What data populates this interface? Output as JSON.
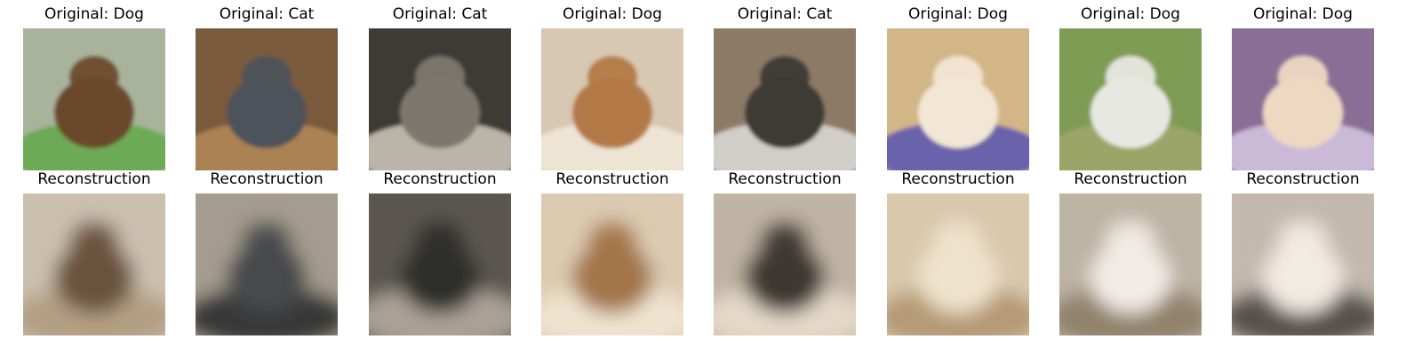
{
  "figure": {
    "columns": [
      {
        "original_title": "Original: Dog",
        "recon_title": "Reconstruction",
        "original_subject": "dog",
        "recon_subject": "blurry brown shape",
        "orig_colors": {
          "bg": "#a9b39b",
          "fg": "#6b4a2a",
          "accent": "#66a84e"
        },
        "recon_colors": {
          "bg": "#cbbfae",
          "fg": "#6a533d",
          "accent": "#b19b7f"
        }
      },
      {
        "original_title": "Original: Cat",
        "recon_title": "Reconstruction",
        "original_subject": "cat",
        "recon_subject": "blurry gray shape",
        "orig_colors": {
          "bg": "#7a5a3c",
          "fg": "#4e525a",
          "accent": "#b08654"
        },
        "recon_colors": {
          "bg": "#a49c8e",
          "fg": "#474a4c",
          "accent": "#2e2e2e"
        }
      },
      {
        "original_title": "Original: Cat",
        "recon_title": "Reconstruction",
        "original_subject": "cat",
        "recon_subject": "blurry dark shape",
        "orig_colors": {
          "bg": "#3e3a36",
          "fg": "#7c786e",
          "accent": "#c9c2b6"
        },
        "recon_colors": {
          "bg": "#5a5650",
          "fg": "#2f2d2b",
          "accent": "#b3ab9f"
        }
      },
      {
        "original_title": "Original: Dog",
        "recon_title": "Reconstruction",
        "original_subject": "dog",
        "recon_subject": "blurry tan shape",
        "orig_colors": {
          "bg": "#d8c7b1",
          "fg": "#b37a47",
          "accent": "#efe7d8"
        },
        "recon_colors": {
          "bg": "#dccbb1",
          "fg": "#a37448",
          "accent": "#f1e6d3"
        }
      },
      {
        "original_title": "Original: Cat",
        "recon_title": "Reconstruction",
        "original_subject": "cat",
        "recon_subject": "blurry dark shape",
        "orig_colors": {
          "bg": "#8c7a66",
          "fg": "#3c3a36",
          "accent": "#d8d6d4"
        },
        "recon_colors": {
          "bg": "#bfb4a3",
          "fg": "#3c3833",
          "accent": "#e8ddcb"
        }
      },
      {
        "original_title": "Original: Dog",
        "recon_title": "Reconstruction",
        "original_subject": "dog",
        "recon_subject": "blurry beige shape",
        "orig_colors": {
          "bg": "#d2b687",
          "fg": "#f2e6d4",
          "accent": "#5f5ab0"
        },
        "recon_colors": {
          "bg": "#d9c8ac",
          "fg": "#efe2cc",
          "accent": "#b0956f"
        }
      },
      {
        "original_title": "Original: Dog",
        "recon_title": "Reconstruction",
        "original_subject": "dog",
        "recon_subject": "blurry pale shape",
        "orig_colors": {
          "bg": "#7e9c52",
          "fg": "#e8e8e2",
          "accent": "#9ea66a"
        },
        "recon_colors": {
          "bg": "#bdb3a3",
          "fg": "#f1ece6",
          "accent": "#8c7c66"
        }
      },
      {
        "original_title": "Original: Dog",
        "recon_title": "Reconstruction",
        "original_subject": "dog",
        "recon_subject": "blurry pale shape",
        "orig_colors": {
          "bg": "#8a6e96",
          "fg": "#eed8c2",
          "accent": "#d2c2de"
        },
        "recon_colors": {
          "bg": "#c2b8ad",
          "fg": "#f2ebe3",
          "accent": "#4a4642"
        }
      }
    ]
  }
}
